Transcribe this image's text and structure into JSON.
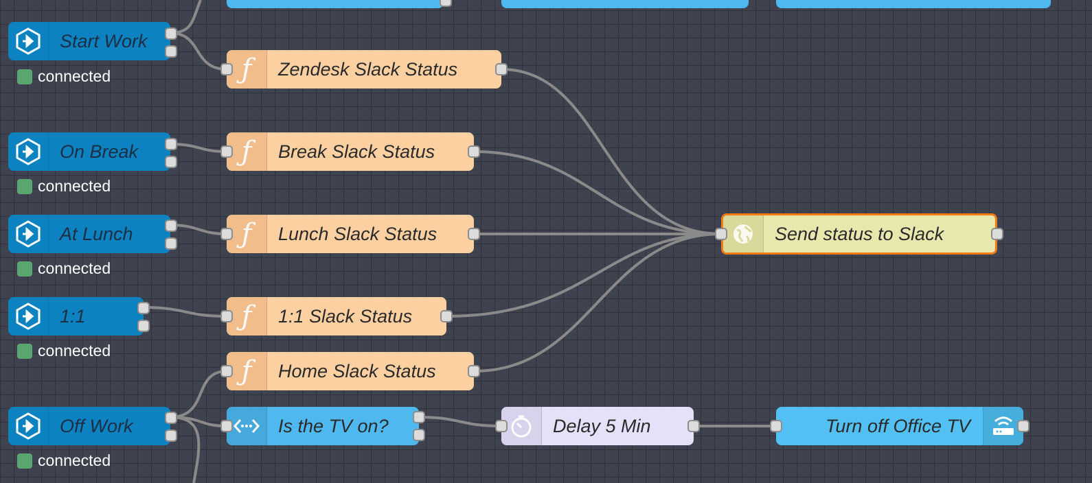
{
  "flow": {
    "inject_nodes": [
      {
        "label": "Start Work",
        "status": "connected"
      },
      {
        "label": "On Break",
        "status": "connected"
      },
      {
        "label": "At Lunch",
        "status": "connected"
      },
      {
        "label": "1:1",
        "status": "connected"
      },
      {
        "label": "Off Work",
        "status": "connected"
      }
    ],
    "function_nodes": [
      {
        "label": "Zendesk Slack Status"
      },
      {
        "label": "Break Slack Status"
      },
      {
        "label": "Lunch Slack Status"
      },
      {
        "label": "1:1 Slack Status"
      },
      {
        "label": "Home Slack Status"
      }
    ],
    "http_node": {
      "label": "Send status to Slack"
    },
    "switch_node": {
      "label": "Is the TV on?"
    },
    "delay_node": {
      "label": "Delay 5 Min"
    },
    "device_node": {
      "label": "Turn off Office TV"
    }
  },
  "colors": {
    "canvas": "#3f4350",
    "grid": "#2f323b",
    "inject": "#0d82c1",
    "function": "#fdd0a2",
    "http_request": "#e7e7ae",
    "selected_outline": "#f07c13",
    "switch": "#4fb8ee",
    "delay": "#e6e0f8",
    "device": "#52c0f2",
    "status_connected": "#5aa66e",
    "wire": "#8a8a8a"
  },
  "icons": {
    "inject": "arrow-right-hexagon-icon",
    "function": "function-f-icon",
    "http_request": "globe-icon",
    "switch": "switch-arrows-icon",
    "delay": "timer-icon",
    "device": "router-wifi-icon"
  }
}
